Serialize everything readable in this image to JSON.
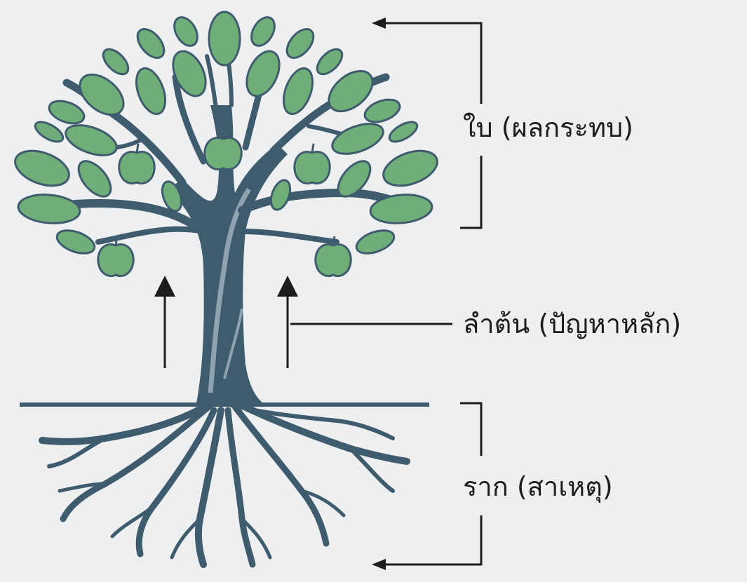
{
  "diagram": {
    "labels": {
      "leaves": "ใบ (ผลกระทบ)",
      "trunk": "ลำต้น (ปัญหาหลัก)",
      "roots": "ราก (สาเหตุ)"
    },
    "colors": {
      "background": "#eeeff0",
      "trunk": "#3f5b6e",
      "trunk_highlight": "#8ea3af",
      "leaf_fill": "#6fae78",
      "leaf_outline": "#3f5b6e",
      "fruit_fill": "#6fae78",
      "ground_line": "#3f5b6e",
      "annotation": "#1c1c1c"
    }
  }
}
